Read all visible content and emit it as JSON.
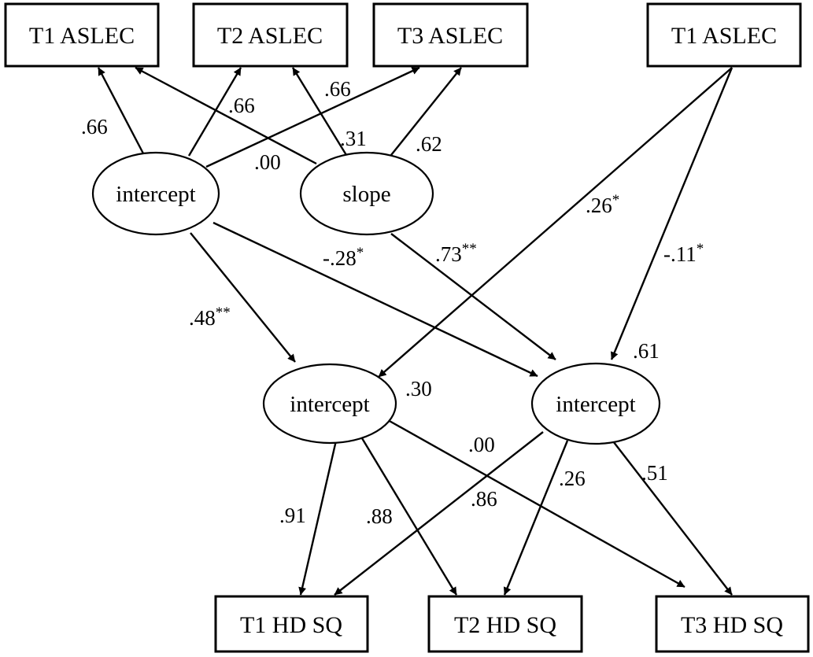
{
  "nodes": {
    "t1_aslec_a": "T1 ASLEC",
    "t2_aslec": "T2 ASLEC",
    "t3_aslec": "T3 ASLEC",
    "t1_aslec_b": "T1 ASLEC",
    "intercept_top": "intercept",
    "slope": "slope",
    "intercept_mid_left": "intercept",
    "intercept_mid_right": "intercept",
    "t1_hdsq": "T1 HD SQ",
    "t2_hdsq": "T2 HD SQ",
    "t3_hdsq": "T3 HD SQ"
  },
  "paths": {
    "int_t1": {
      "value": ".66",
      "sig": ""
    },
    "int_t2": {
      "value": ".66",
      "sig": ""
    },
    "int_t3": {
      "value": ".00",
      "sig": ""
    },
    "slope_t1": {
      "value": ".66",
      "sig": ""
    },
    "slope_t2": {
      "value": ".31",
      "sig": ""
    },
    "slope_t3": {
      "value": ".62",
      "sig": ""
    },
    "int_to_midleft": {
      "value": ".48",
      "sig": "**"
    },
    "int_to_midright": {
      "value": "-.28",
      "sig": "*"
    },
    "slope_to_midright": {
      "value": ".73",
      "sig": "**"
    },
    "aslec_to_midleft": {
      "value": ".26",
      "sig": "*"
    },
    "aslec_to_midright": {
      "value": "-.11",
      "sig": "*"
    },
    "residual_midleft": {
      "value": ".30",
      "sig": ""
    },
    "residual_midright": {
      "value": ".61",
      "sig": ""
    },
    "midleft_t1hd": {
      "value": ".91",
      "sig": ""
    },
    "midleft_t2hd": {
      "value": ".88",
      "sig": ""
    },
    "midleft_t3hd": {
      "value": ".00",
      "sig": ""
    },
    "midright_t1hd": {
      "value": ".86",
      "sig": ""
    },
    "midright_t2hd": {
      "value": ".26",
      "sig": ""
    },
    "midright_t3hd": {
      "value": ".51",
      "sig": ""
    }
  }
}
